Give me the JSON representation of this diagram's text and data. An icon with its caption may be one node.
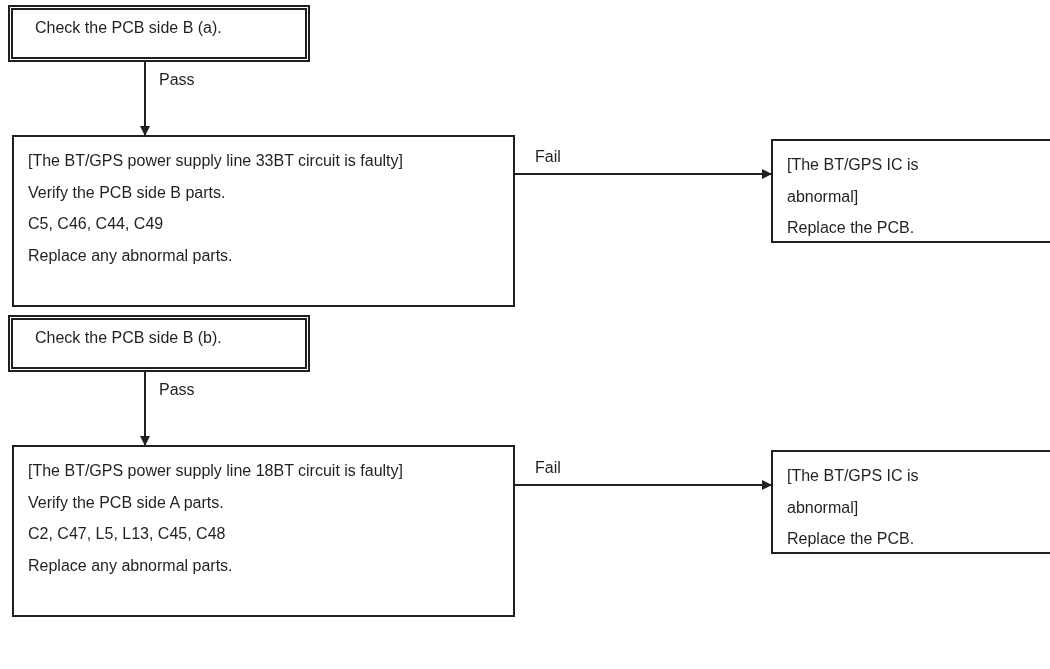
{
  "diagram": {
    "nodes": [
      {
        "text": [
          "Check the PCB side B (a)."
        ]
      },
      {
        "text": [
          "[The BT/GPS power supply line 33BT circuit is faulty]",
          "Verify the PCB side B parts.",
          "C5, C46, C44, C49",
          "Replace any abnormal parts."
        ]
      },
      {
        "text": [
          "[The BT/GPS IC is abnormal]",
          "Replace the PCB."
        ]
      },
      {
        "text": [
          "Check the PCB side B (b)."
        ]
      },
      {
        "text": [
          "[The BT/GPS power supply line 18BT circuit is faulty]",
          "Verify the PCB side A parts.",
          "C2, C47, L5, L13, C45, C48",
          "Replace any abnormal parts."
        ]
      },
      {
        "text": [
          "[The BT/GPS IC is abnormal]",
          "Replace the PCB."
        ]
      }
    ],
    "edges": [
      {
        "from": 0,
        "to": 1,
        "arrow": "to",
        "label": "Pass"
      },
      {
        "from": 1,
        "to": 2,
        "arrow": "to",
        "label": "Fail"
      },
      {
        "from": 3,
        "to": 4,
        "arrow": "to",
        "label": "Pass"
      },
      {
        "from": 4,
        "to": 5,
        "arrow": "to",
        "label": "Fail"
      }
    ]
  }
}
